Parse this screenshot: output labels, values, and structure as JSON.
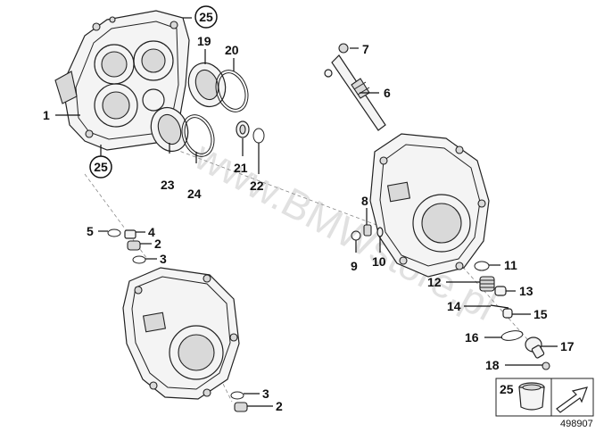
{
  "watermark": "www.BMWstore.pl",
  "reference_number": "498907",
  "callouts": {
    "p1": "1",
    "p2a": "2",
    "p2b": "2",
    "p3a": "3",
    "p3b": "3",
    "p4": "4",
    "p5": "5",
    "p6": "6",
    "p7": "7",
    "p8": "8",
    "p9": "9",
    "p10": "10",
    "p11": "11",
    "p12": "12",
    "p13": "13",
    "p14": "14",
    "p15": "15",
    "p16": "16",
    "p17": "17",
    "p18": "18",
    "p19": "19",
    "p20": "20",
    "p21": "21",
    "p22": "22",
    "p23": "23",
    "p24": "24",
    "p25a": "25",
    "p25b": "25",
    "p25c": "25"
  }
}
